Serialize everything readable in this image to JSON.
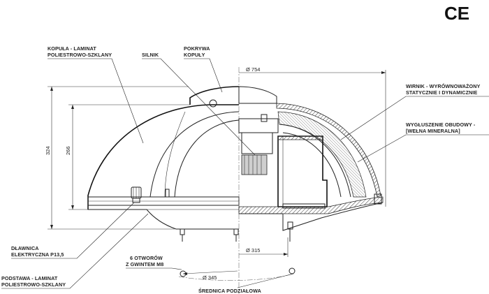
{
  "mark": "CE",
  "labels": {
    "dome": [
      "KOPUŁA - LAMINAT",
      "POLIESTROWO-SZKLANY"
    ],
    "motor": [
      "SILNIK"
    ],
    "cover": [
      "POKRYWA",
      "KOPUŁY"
    ],
    "impeller": [
      "WIRNIK - WYRÓWNOWAŻONY",
      "STATYCZNIE I DYNAMICZNIE"
    ],
    "insulation": [
      "WYGŁUSZENIE OBUDOWY -",
      "[WEŁNA MINERALNA]"
    ],
    "gland": [
      "DŁAWNICA",
      "ELEKTRYCZNA P13,5"
    ],
    "holes": [
      "6 OTWORÓW",
      "Z GWINTEM M8"
    ],
    "base": [
      "PODSTAWA - LAMINAT",
      "POLIESTROWO-SZKLANY"
    ],
    "pitch_circle": "ŚREDNICA PODZIAŁOWA"
  },
  "dimensions": {
    "outer_diameter": "Ø 754",
    "total_height": "324",
    "dome_height": "266",
    "outlet_diameter": "Ø 315",
    "pitch_diameter": "Ø 345"
  }
}
